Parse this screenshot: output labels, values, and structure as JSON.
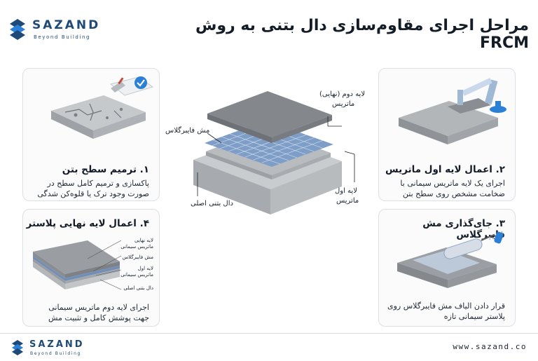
{
  "brand": {
    "name": "SAZAND",
    "tagline": "Beyond Building"
  },
  "title": "مراحل اجرای مقاوم‌سازی دال بتنی به روش FRCM",
  "steps": [
    {
      "title": "۱. ترمیم سطح بتن",
      "desc_line1": "پاکسازی و ترمیم کامل سطح در",
      "desc_line2": "صورت وجود ترک یا قلوه‌کن شدگی"
    },
    {
      "title": "۲. اعمال لایه اول ماتریس",
      "desc_line1": "اجرای یک لایه ماتریس سیمانی با",
      "desc_line2": "ضخامت مشخص روی سطح بتن"
    },
    {
      "title": "۳. جای‌گذاری مش فایبرگلاس",
      "desc_line1": "قرار دادن الیاف مش فایبرگلاس روی",
      "desc_line2": "پلاستر سیمانی تازه"
    },
    {
      "title": "۴. اعمال لایه نهایی پلاستر",
      "desc_line1": "اجرای لایه دوم ماتریس سیمانی",
      "desc_line2": "جهت پوشش کامل و تثبیت مش"
    }
  ],
  "center_labels": {
    "top_matrix_line1": "لایه دوم (نهایی)",
    "top_matrix_line2": "ماتریس",
    "mesh": "مش فایبرگلاس",
    "first_matrix_line1": "لایه اول",
    "first_matrix_line2": "ماتریس",
    "base": "دال بتنی اصلی"
  },
  "step4_labels": {
    "l1a": "لایه نهایی",
    "l1b": "ماتریس سیمانی",
    "l2": "مش فایبرگلاس",
    "l3a": "لایه اول",
    "l3b": "ماتریس سیمانی",
    "l4": "دال بتنی اصلی"
  },
  "footer": {
    "url": "www.sazand.co"
  },
  "colors": {
    "brand": "#1e4a7a",
    "accent": "#2a7fd6",
    "concrete": "#b9bcbf",
    "matrix": "#8e9196",
    "mesh": "#6f8fb8"
  }
}
